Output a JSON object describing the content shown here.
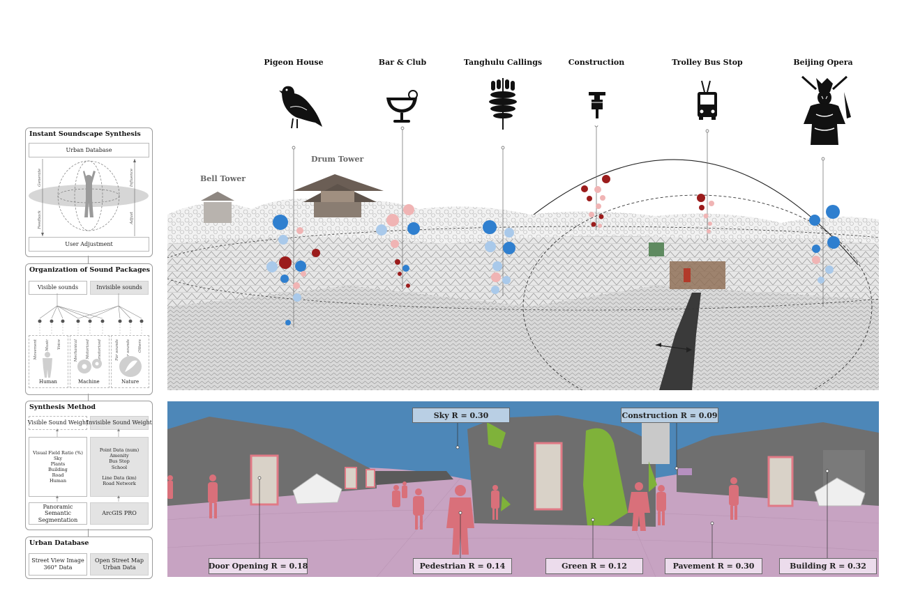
{
  "sources": [
    {
      "label": "Pigeon House",
      "icon": "pigeon-icon"
    },
    {
      "label": "Bar & Club",
      "icon": "cocktail-glass-icon"
    },
    {
      "label": "Tanghulu Callings",
      "icon": "tanghulu-skewer-icon"
    },
    {
      "label": "Construction",
      "icon": "jackhammer-icon"
    },
    {
      "label": "Trolley Bus Stop",
      "icon": "trolley-bus-icon"
    },
    {
      "label": "Beijing Opera",
      "icon": "opera-performer-icon"
    }
  ],
  "landmarks": {
    "bell_tower": "Bell Tower",
    "drum_tower": "Drum Tower"
  },
  "left_panel": {
    "synthesis": {
      "title": "Instant Soundscape Synthesis",
      "database": "Urban Database",
      "adjustment": "User Adjustment",
      "tags": {
        "generate": "Generate",
        "feedback": "Feedback",
        "influence": "Influence",
        "adjust": "Adjust"
      }
    },
    "organization": {
      "title": "Organization of Sound Packages",
      "visible": "Visible sounds",
      "invisible": "Invisible sounds",
      "subtypes": {
        "movement": "Movement",
        "music": "Music",
        "voice": "Voice",
        "mechanical": "Mechanical",
        "motorized": "Motorized",
        "nonmotorized": "Nonmotorized",
        "far_sounds": "Far sounds",
        "near_sounds": "Near sounds",
        "others": "Others"
      },
      "categories": {
        "human": "Human",
        "machine": "Machine",
        "nature": "Nature"
      }
    },
    "method": {
      "title": "Synthesis Method",
      "visible_weight": "Visible Sound Weight",
      "invisible_weight": "Invisible Sound Weight",
      "visual_lines": [
        "Visual Field Ratio (%)",
        "Sky",
        "Plants",
        "Building",
        "Road",
        "Human"
      ],
      "point_lines": [
        "Point Data (num)",
        "Amenity",
        "Bus Stop",
        "School"
      ],
      "line_lines": [
        "Line Data (km)",
        "Road Network"
      ],
      "segmentation": "Panoramic Semantic Segmentation",
      "arcgis": "ArcGIS PRO"
    },
    "database": {
      "title": "Urban Database",
      "street_view": "Street View Image",
      "street_view_sub": "360° Data",
      "osm": "Open Street Map",
      "osm_sub": "Urban Data"
    }
  },
  "segments": {
    "sky": "Sky R = 0.30",
    "construction": "Construction R = 0.09",
    "door": "Door Opening R = 0.18",
    "pedestrian": "Pedestrian R = 0.14",
    "green": "Green R = 0.12",
    "pavement": "Pavement R = 0.30",
    "building": "Building R = 0.32"
  },
  "colors": {
    "happy_blue": "#2f7fcf",
    "light_blue": "#a9c9ea",
    "dark_red": "#9b1c1c",
    "light_red": "#f0b4b4",
    "sky": "#4d87b8",
    "pavement": "#c7a3c2",
    "green": "#7fb23a",
    "pedestrian": "#d9707a",
    "building": "#707070"
  }
}
